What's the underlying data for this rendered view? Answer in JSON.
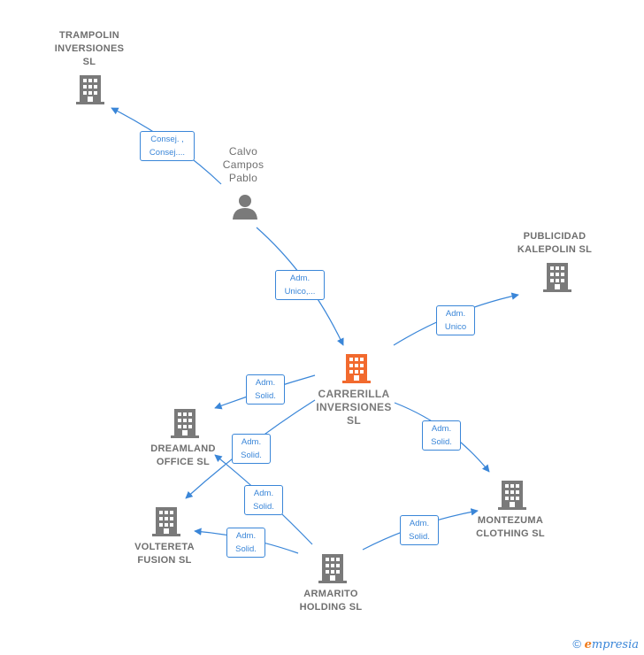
{
  "nodes": {
    "trampolin": "TRAMPOLIN\nINVERSIONES\nSL",
    "calvo": "Calvo\nCampos\nPablo",
    "publicidad": "PUBLICIDAD\nKALEPOLIN  SL",
    "carrerilla": "CARRERILLA\nINVERSIONES\nSL",
    "dreamland": "DREAMLAND\nOFFICE  SL",
    "voltereta": "VOLTERETA\nFUSION  SL",
    "montezuma": "MONTEZUMA\nCLOTHING  SL",
    "armarito": "ARMARITO\nHOLDING  SL"
  },
  "edges": {
    "calvo_trampolin": "Consej. ,\nConsej....",
    "calvo_carrerilla": "Adm.\nUnico,...",
    "carrerilla_publicidad": "Adm.\nUnico",
    "carrerilla_dreamland": "Adm.\nSolid.",
    "carrerilla_voltereta": "Adm.\nSolid.",
    "carrerilla_montezuma": "Adm.\nSolid.",
    "armarito_dreamland": "Adm.\nSolid.",
    "armarito_voltereta": "Adm.\nSolid.",
    "armarito_montezuma": "Adm.\nSolid."
  },
  "footer": {
    "copyright": "©",
    "brand_initial": "e",
    "brand_rest": "mpresia"
  },
  "colors": {
    "edge": "#3a86d8",
    "building": "#7a7a7a",
    "highlight": "#f26a2e"
  },
  "icons": {
    "company": "building-icon",
    "person": "person-icon"
  }
}
